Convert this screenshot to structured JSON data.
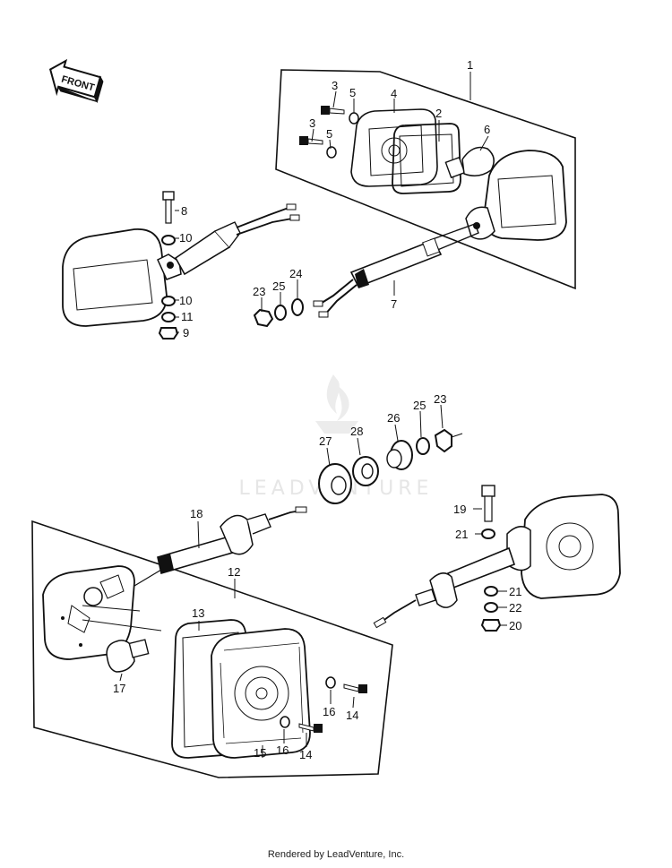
{
  "front_tag": "FRONT",
  "watermark": "LEADVENTURE",
  "footer": "Rendered by LeadVenture, Inc.",
  "labels": {
    "n1": "1",
    "n2": "2",
    "n3a": "3",
    "n3b": "3",
    "n4": "4",
    "n5a": "5",
    "n5b": "5",
    "n6": "6",
    "n7": "7",
    "n8": "8",
    "n9": "9",
    "n10a": "10",
    "n10b": "10",
    "n11": "11",
    "n12": "12",
    "n13": "13",
    "n14a": "14",
    "n14b": "14",
    "n15": "15",
    "n16a": "16",
    "n16b": "16",
    "n17": "17",
    "n18": "18",
    "n19": "19",
    "n20": "20",
    "n21a": "21",
    "n21b": "21",
    "n22": "22",
    "n23a": "23",
    "n23b": "23",
    "n24": "24",
    "n25a": "25",
    "n25b": "25",
    "n26": "26",
    "n27": "27",
    "n28": "28"
  }
}
